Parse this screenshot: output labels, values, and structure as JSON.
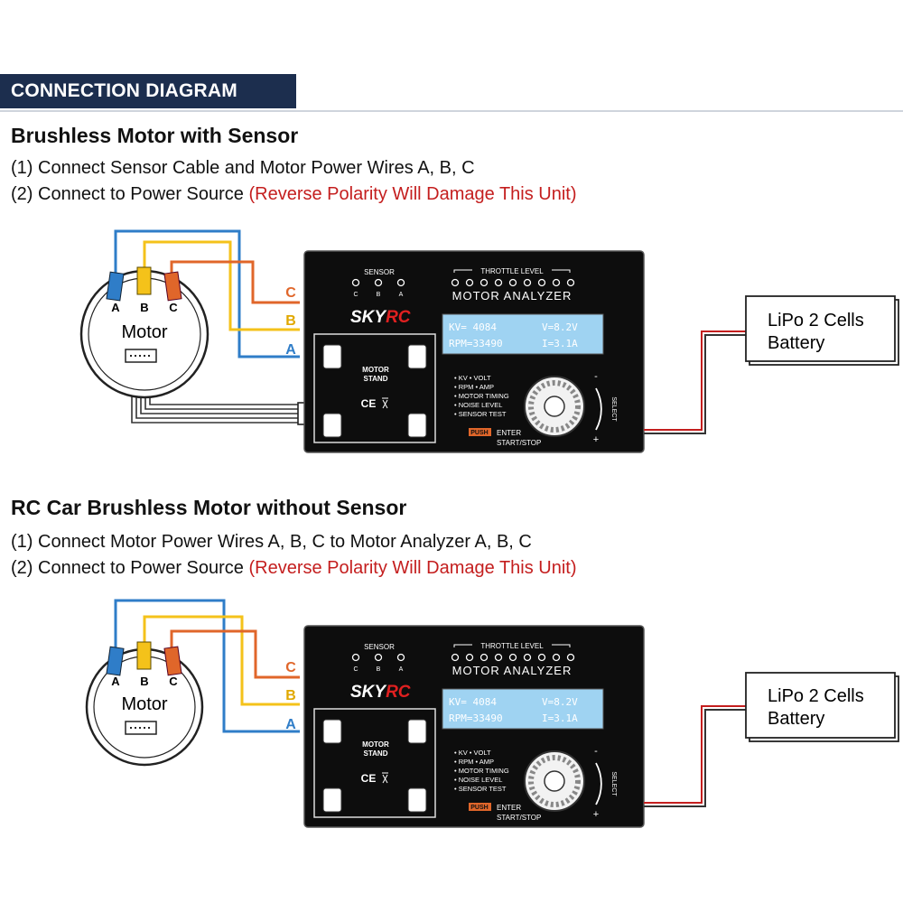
{
  "header": {
    "title": "CONNECTION DIAGRAM"
  },
  "sections": [
    {
      "title": "Brushless Motor with Sensor",
      "step1": "(1) Connect Sensor Cable and Motor Power Wires A, B, C",
      "step2_prefix": "(2) Connect to Power Source",
      "step2_warning": "(Reverse Polarity Will Damage This Unit)"
    },
    {
      "title": "RC Car Brushless Motor without Sensor",
      "step1": "(1) Connect Motor Power Wires A, B, C to Motor Analyzer A, B, C",
      "step2_prefix": "(2) Connect to Power Source",
      "step2_warning": "(Reverse Polarity Will Damage This Unit)"
    }
  ],
  "motor": {
    "label": "Motor",
    "terminals": [
      "A",
      "B",
      "C"
    ]
  },
  "device": {
    "brand_prefix": "SKY",
    "brand_suffix": "RC",
    "model": "MOTOR ANALYZER",
    "throttle_label": "THROTTLE LEVEL",
    "sensor_label": "SENSOR",
    "sensor_pins": [
      "C",
      "B",
      "A"
    ],
    "phase_labels": [
      "C",
      "B",
      "A"
    ],
    "stand_label_1": "MOTOR",
    "stand_label_2": "STAND",
    "ce_mark": "CE",
    "lcd_line1_left": "KV= 4084",
    "lcd_line1_right": "V=8.2V",
    "lcd_line2_left": "RPM=33490",
    "lcd_line2_right": "I=3.1A",
    "features": [
      "• KV   • VOLT",
      "• RPM  • AMP",
      "• MOTOR TIMING",
      "• NOISE LEVEL",
      "• SENSOR TEST"
    ],
    "push_label": "PUSH",
    "enter_label": "ENTER",
    "startstop_label": "START/STOP",
    "select_label": "SELECT",
    "minus": "-",
    "plus": "+"
  },
  "battery": {
    "line1": "LiPo 2 Cells",
    "line2": "Battery"
  },
  "colors": {
    "header_bg": "#1c2e4e",
    "warning": "#c41e1e",
    "wire_a": "#2f7dc8",
    "wire_b": "#f4c21a",
    "wire_c": "#e0662a",
    "lcd": "#9fd3f2",
    "device": "#0d0d0d"
  }
}
